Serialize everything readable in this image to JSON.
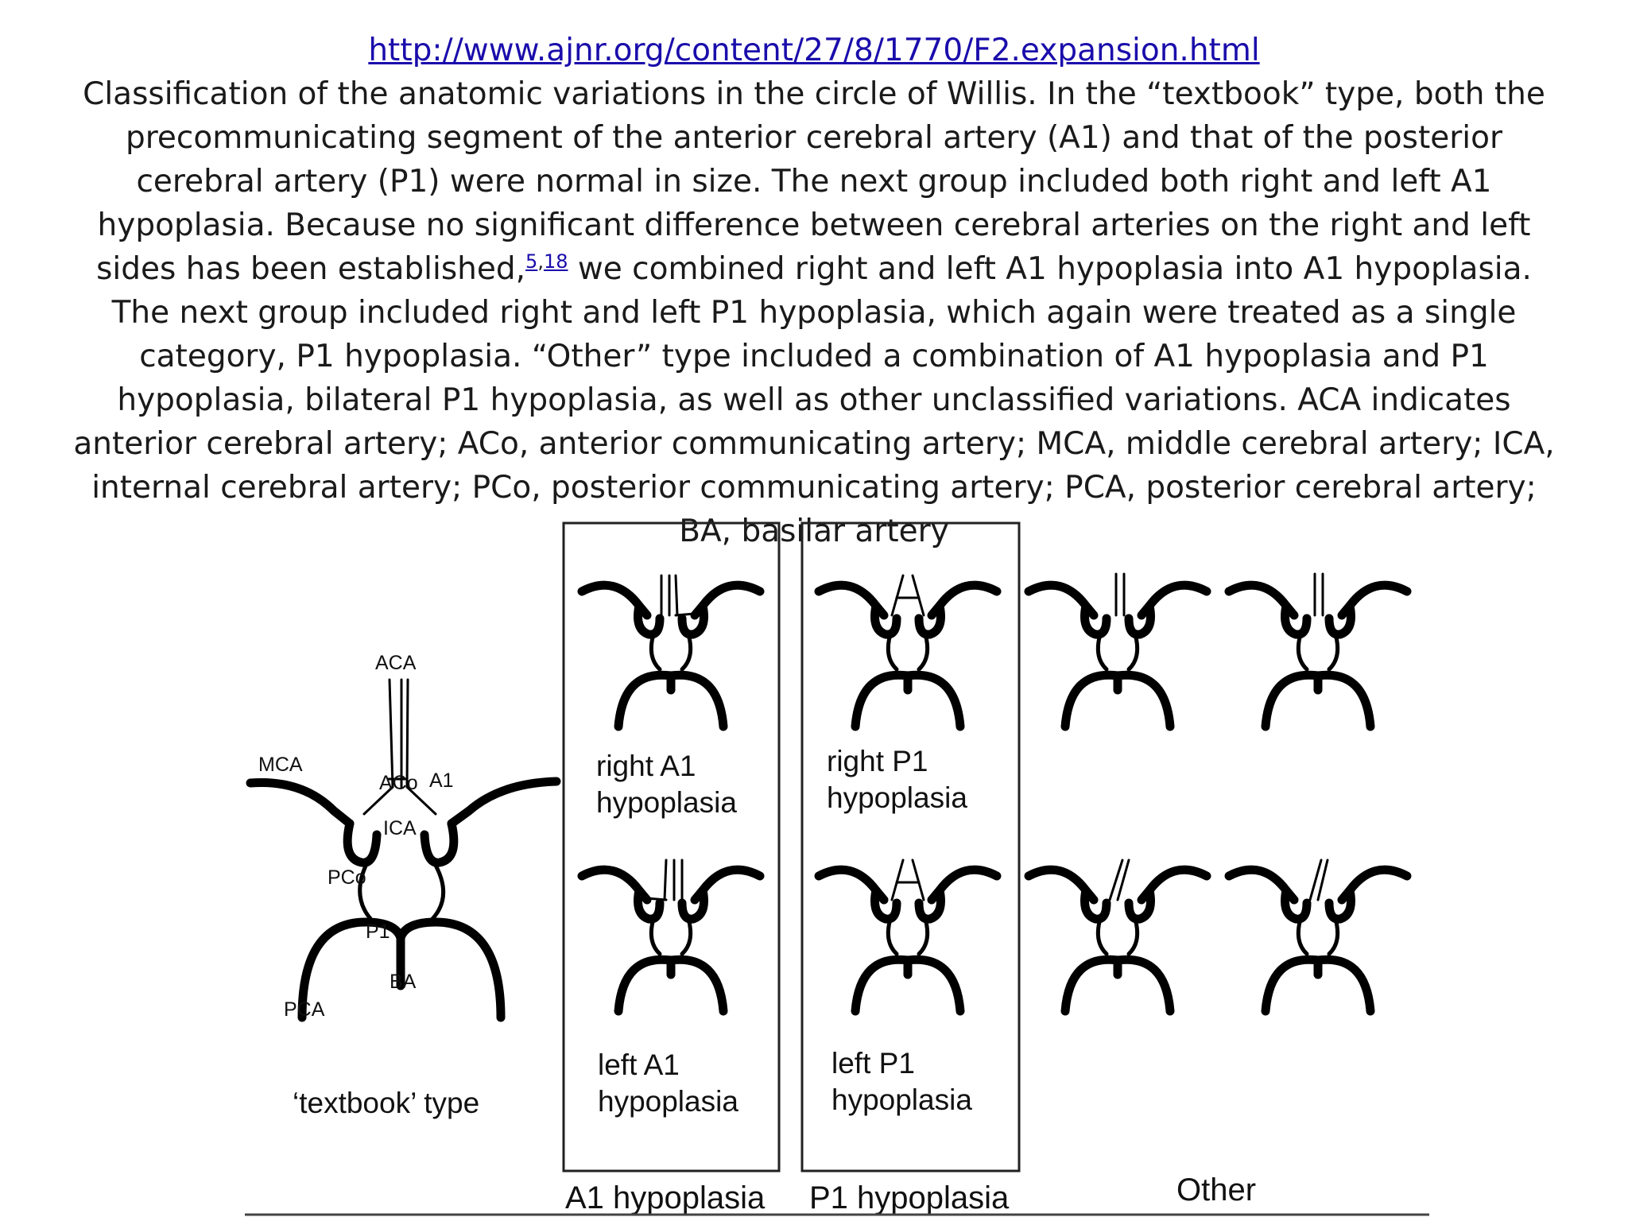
{
  "caption": {
    "link_text": "http://www.ajnr.org/content/27/8/1770/F2.expansion.html",
    "text_before_refs": "Classification of the anatomic variations in the circle of Willis. In the “textbook” type, both the precommunicating segment of the anterior cerebral artery (A1) and that of the posterior cerebral artery (P1) were normal in size. The next group included both right and left A1 hypoplasia. Because no significant difference between cerebral arteries on the right and left sides has been established,",
    "ref_1": "5",
    "ref_sep": ",",
    "ref_2": "18",
    "text_after_refs": " we combined right and left A1 hypoplasia into A1 hypoplasia. The next group included right and left P1 hypoplasia, which again were treated as a single category, P1 hypoplasia. “Other” type included a combination of A1 hypoplasia and P1 hypoplasia, bilateral P1 hypoplasia, as well as other unclassified variations. ACA indicates anterior cerebral artery; ACo, anterior communicating artery; MCA, middle cerebral artery; ICA, internal cerebral artery; PCo, posterior communicating artery; PCA, posterior cerebral artery; BA, basilar artery"
  },
  "figure": {
    "textbook": {
      "labels": {
        "aca": "ACA",
        "mca": "MCA",
        "aco": "ACo",
        "a1": "A1",
        "ica": "ICA",
        "pco": "PCo",
        "p1": "P1",
        "ba": "BA",
        "pca": "PCA"
      },
      "title": "‘textbook’ type"
    },
    "a1_group": {
      "top_label_line1": "right A1",
      "top_label_line2": "hypoplasia",
      "bottom_label_line1": "left A1",
      "bottom_label_line2": "hypoplasia",
      "title": "A1 hypoplasia"
    },
    "p1_group": {
      "top_label_line1": "right P1",
      "top_label_line2": "hypoplasia",
      "bottom_label_line1": "left P1",
      "bottom_label_line2": "hypoplasia",
      "title": "P1 hypoplasia"
    },
    "other_group": {
      "title": "Other"
    }
  }
}
